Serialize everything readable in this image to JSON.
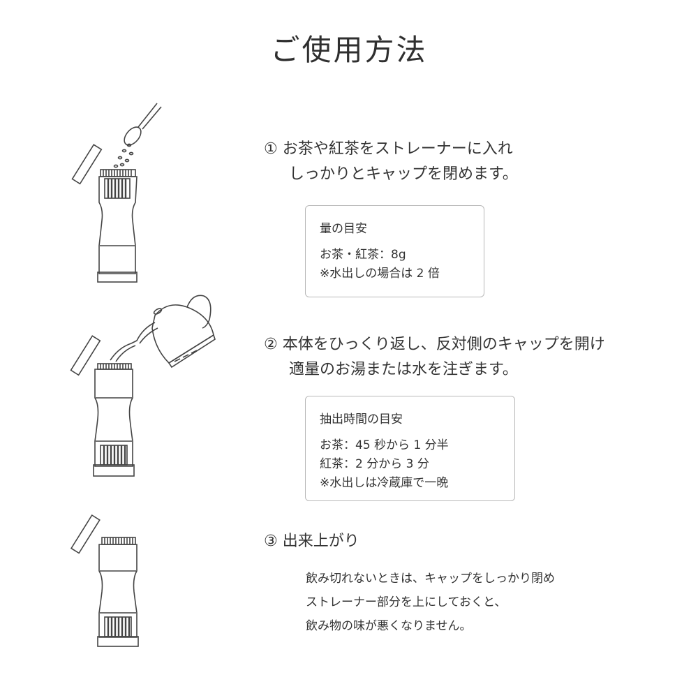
{
  "title": "ご使用方法",
  "steps": [
    {
      "heading_line1": "① お茶や紅茶をストレーナーに入れ",
      "heading_line2": "しっかりとキャップを閉めます。",
      "guide": {
        "title": "量の目安",
        "lines": [
          "お茶・紅茶：8g",
          "※水出しの場合は 2 倍"
        ]
      }
    },
    {
      "heading_line1": "② 本体をひっくり返し、反対側のキャップを開け",
      "heading_line2": "適量のお湯または水を注ぎます。",
      "guide": {
        "title": "抽出時間の目安",
        "lines": [
          "お茶：45 秒から 1 分半",
          "紅茶：2 分から 3 分",
          "※水出しは冷蔵庫で一晩"
        ]
      }
    },
    {
      "heading_line1": "③ 出来上がり",
      "notes": [
        "飲み切れないときは、キャップをしっかり閉め",
        "ストレーナー部分を上にしておくと、",
        "飲み物の味が悪くなりません。"
      ]
    }
  ],
  "icons": {
    "step1": [
      "bottle-icon",
      "cap-icon",
      "spoon-icon",
      "tea-leaves-icon"
    ],
    "step2": [
      "bottle-icon",
      "cap-icon",
      "kettle-icon",
      "pouring-water-icon"
    ],
    "step3": [
      "bottle-icon",
      "cap-icon"
    ]
  },
  "colors": {
    "line": "#444444",
    "text": "#333333",
    "box_border": "#b8b8b8"
  }
}
